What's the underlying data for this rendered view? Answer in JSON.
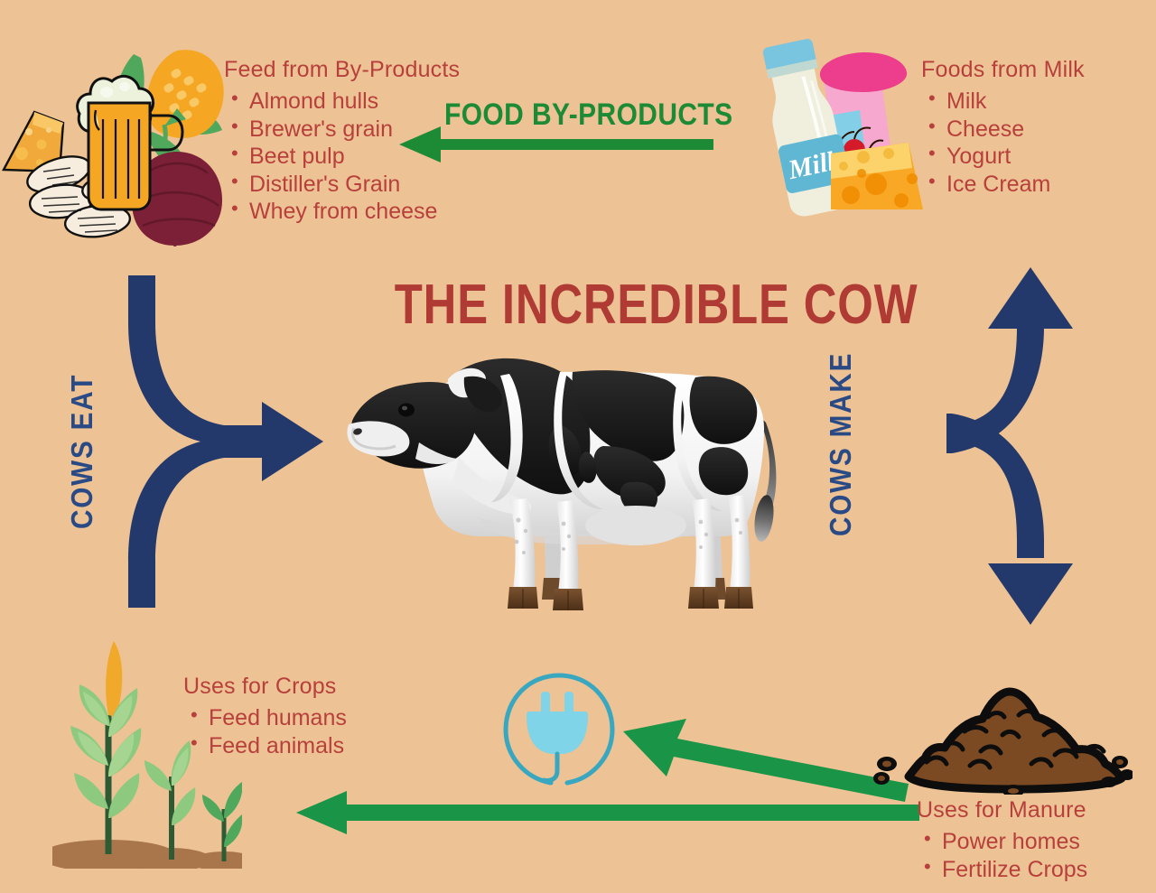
{
  "page": {
    "title": "THE INCREDIBLE COW",
    "background_color": "#EDC294",
    "accent_red": "#B8403C",
    "accent_navy": "#24396B",
    "accent_green": "#1D8A35",
    "accent_cyan": "#7FD4E8"
  },
  "headline": {
    "text": "THE INCREDIBLE COW"
  },
  "flow_labels": {
    "cows_eat": "COWS EAT",
    "cows_make": "COWS MAKE",
    "food_by_products": "FOOD BY-PRODUCTS"
  },
  "panels": {
    "feed_from_by_products": {
      "heading": "Feed from By-Products",
      "items": [
        "Almond hulls",
        "Brewer's grain",
        "Beet pulp",
        "Distiller's Grain",
        "Whey from cheese"
      ]
    },
    "foods_from_milk": {
      "heading": "Foods from Milk",
      "items": [
        "Milk",
        "Cheese",
        "Yogurt",
        "Ice Cream"
      ]
    },
    "uses_for_crops": {
      "heading": "Uses for Crops",
      "items": [
        "Feed humans",
        "Feed animals"
      ]
    },
    "uses_for_manure": {
      "heading": "Uses for Manure",
      "items": [
        "Power homes",
        "Fertilize Crops"
      ]
    }
  },
  "illustrations": {
    "byproducts": "cheese-corn-beer-beet-almonds-illustration",
    "dairy": "milk-bottle-yogurt-cheese-illustration",
    "cow": "holstein-cow-illustration",
    "crops": "corn-plant-sprouts-illustration",
    "manure": "manure-pile-illustration",
    "power": "electric-plug-icon"
  },
  "milk_bottle_label": "Milk"
}
